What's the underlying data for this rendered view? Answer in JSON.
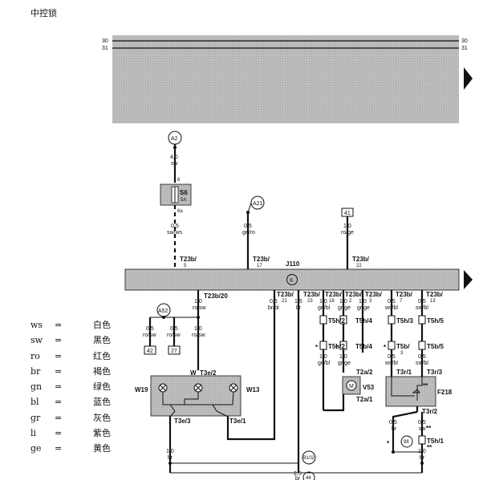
{
  "page_title": "中控锁",
  "rails": {
    "left_30": "30",
    "left_31": "31",
    "right_30": "30",
    "right_31": "31"
  },
  "fuse": {
    "name": "S6",
    "rating": "5A",
    "pin_top": "6",
    "pin_bottom": "6a"
  },
  "references": {
    "A2": "A2",
    "A21": "A21",
    "A52": "A52",
    "B102": "B102",
    "ground_44": "44",
    "ground_98": "98",
    "box_41": "41",
    "box_42": "42",
    "box_27": "27"
  },
  "wires": {
    "fuse_in": {
      "gauge": "4,0",
      "color": "sw"
    },
    "fuse_out": {
      "gauge": "0,5",
      "color": "sw/ws"
    },
    "a21": {
      "gauge": "0,5",
      "color": "ge/ro"
    },
    "box41": {
      "gauge": "1,0",
      "color": "ro/ge"
    },
    "t23_20": {
      "gauge": "1,0",
      "color": "ro/sw"
    },
    "a52_left": {
      "gauge": "0,5",
      "color": "ro/sw"
    },
    "a52_mid": {
      "gauge": "0,5",
      "color": "ro/sw"
    },
    "a52_right": {
      "gauge": "1,0",
      "color": "ro/sw"
    },
    "t21": {
      "gauge": "0,5",
      "color": "br/bl"
    },
    "t23": {
      "gauge": "1,5",
      "color": "br"
    },
    "t18": {
      "gauge": "1,0",
      "color": "ge/bl"
    },
    "t2": {
      "gauge": "1,0",
      "color": "gr/ge"
    },
    "t3": {
      "gauge": "1,0",
      "color": "gr/ge"
    },
    "t18_low": {
      "gauge": "1,0",
      "color": "ge/bl"
    },
    "t2_low": {
      "gauge": "1,0",
      "color": "gr/ge"
    },
    "t7": {
      "gauge": "0,5",
      "color": "ws/bl"
    },
    "t13": {
      "gauge": "0,5",
      "color": "sw/bl"
    },
    "t7_low": {
      "gauge": "0,5",
      "color": "ws/bl"
    },
    "t13_low": {
      "gauge": "0,5",
      "color": "sw/bl"
    },
    "w_ground": {
      "gauge": "1,0",
      "color": "br"
    },
    "main_ground": {
      "gauge": "2,5",
      "color": "br"
    },
    "f218_a": {
      "gauge": "0,5",
      "color": "br"
    },
    "f218_b": {
      "gauge": "0,5",
      "color": "sw"
    },
    "f218_c": {
      "gauge": "1,0",
      "color": "br"
    }
  },
  "connectors": {
    "t23_5": {
      "name": "T23b/",
      "pin": "5"
    },
    "t23_17": {
      "name": "T23b/",
      "pin": "17"
    },
    "t23_22": {
      "name": "T23b/",
      "pin": "22"
    },
    "t23_20": {
      "name": "T23b/20"
    },
    "t23_21": {
      "name": "T23b/",
      "pin": "21"
    },
    "t23_23": {
      "name": "T23b/",
      "pin": "23"
    },
    "t23_18": {
      "name": "T23b/",
      "pin": "18"
    },
    "t23_2": {
      "name": "T23b/",
      "pin": "2"
    },
    "t23_3": {
      "name": "T23b/",
      "pin": "3"
    },
    "t23_7": {
      "name": "T23b/",
      "pin": "7"
    },
    "t23_13": {
      "name": "T23b/",
      "pin": "13"
    },
    "t5h_2": "T5h/2",
    "t5h_4": "T5h/4",
    "t5h_3": "T5h/3",
    "t5h_5": "T5h/5",
    "t5b_2": "T5b/2",
    "t5b_4": "T5b/4",
    "t5b_3": "T5b/",
    "t5b_3_pin": "3",
    "t5b_5": "T5b/5",
    "t3e_2": "T3e/2",
    "t3e_3": "T3e/3",
    "t3e_1": "T3e/1",
    "t2a_2": "T2a/2",
    "t2a_1": "T2a/1",
    "t3r_1": "T3r/1",
    "t3r_3": "T3r/3",
    "t3r_2": "T3r/2",
    "t5h_1": "T5h/1"
  },
  "components": {
    "module": "J110",
    "module_symbol": "K",
    "switch_w": "W",
    "w19": "W19",
    "w13": "W13",
    "v53": "V53",
    "v53_symbol": "M",
    "f218": "F218",
    "star": "*",
    "double_star": "**"
  },
  "legend": [
    {
      "code": "ws",
      "eq": "=",
      "name": "白色"
    },
    {
      "code": "sw",
      "eq": "=",
      "name": "黑色"
    },
    {
      "code": "ro",
      "eq": "=",
      "name": "红色"
    },
    {
      "code": "br",
      "eq": "=",
      "name": "褐色"
    },
    {
      "code": "gn",
      "eq": "=",
      "name": "绿色"
    },
    {
      "code": "bl",
      "eq": "=",
      "name": "蓝色"
    },
    {
      "code": "gr",
      "eq": "=",
      "name": "灰色"
    },
    {
      "code": "li",
      "eq": "=",
      "name": "紫色"
    },
    {
      "code": "ge",
      "eq": "=",
      "name": "黄色"
    }
  ]
}
